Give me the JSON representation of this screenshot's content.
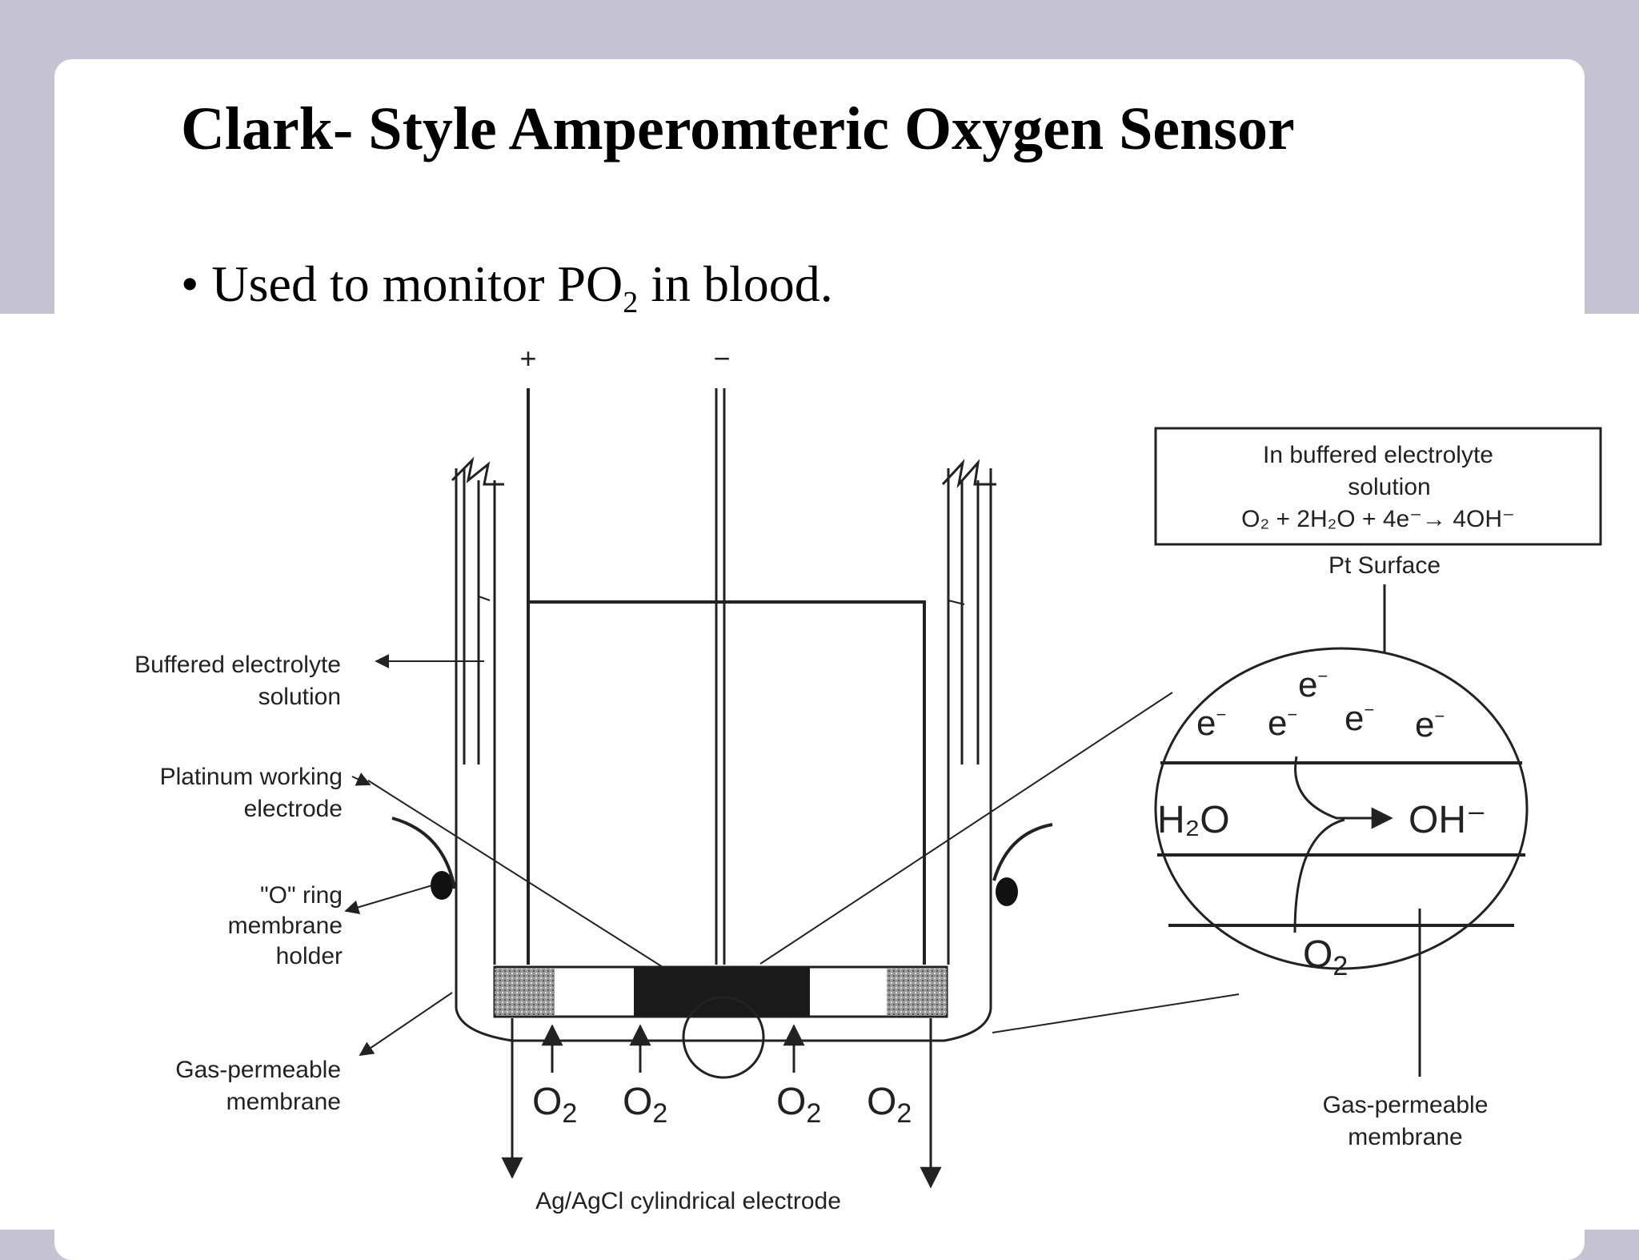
{
  "slide": {
    "title": "Clark- Style Amperomteric Oxygen Sensor",
    "bullet_text_before": "Used to monitor PO",
    "bullet_subscript": "2",
    "bullet_text_after": " in blood."
  },
  "diagram": {
    "plus_sign": "+",
    "minus_sign": "−",
    "labels": {
      "electrolyte_line1": "Buffered electrolyte",
      "electrolyte_line2": "solution",
      "platinum_line1": "Platinum working",
      "platinum_line2": "electrode",
      "oring_line1": "\"O\" ring",
      "oring_line2": "membrane",
      "oring_line3": "holder",
      "membrane_line1": "Gas-permeable",
      "membrane_line2": "membrane",
      "agcl": "Ag/AgCl cylindrical electrode",
      "right_membrane_line1": "Gas-permeable",
      "right_membrane_line2": "membrane",
      "pt_surface": "Pt Surface"
    },
    "reaction_box": {
      "line1": "In buffered electrolyte",
      "line2": "solution",
      "line3": "O₂ + 2H₂O + 4e⁻→ 4OH⁻"
    },
    "o2": "O",
    "o2_sub": "2",
    "electron": "e",
    "electron_sup": "−",
    "h2o": "H₂O",
    "oh": "OH⁻"
  }
}
